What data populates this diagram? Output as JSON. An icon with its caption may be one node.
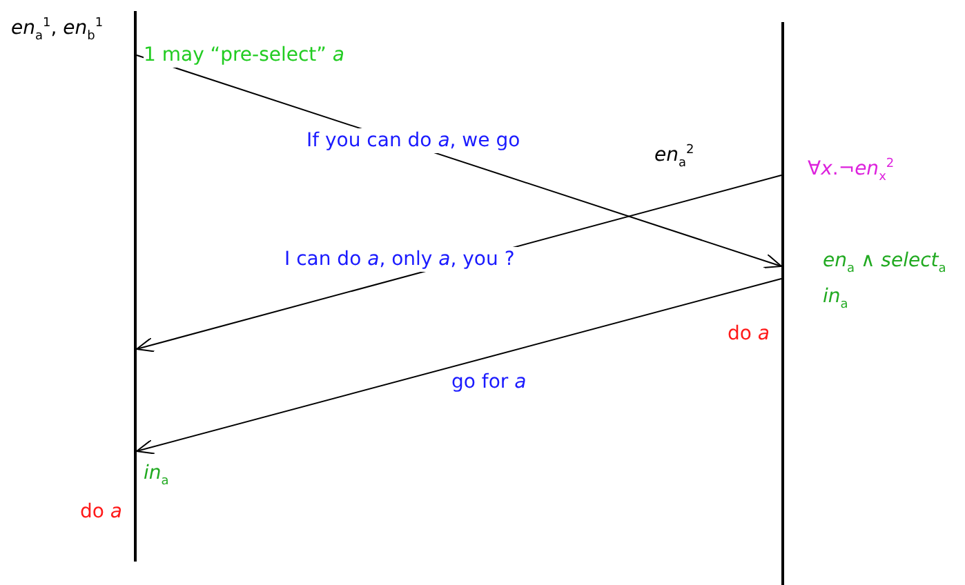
{
  "diagram": {
    "nodes": [
      {
        "text": [],
        "shape": "bar"
      },
      {
        "text": [],
        "shape": "bar"
      }
    ],
    "edges": [
      {
        "from": 0,
        "to": 1,
        "arrow": "to",
        "label": "If you can do *a*, we go"
      },
      {
        "from": 1,
        "to": 0,
        "arrow": "to",
        "label": "I can do *a*, only *a*, you ?"
      },
      {
        "from": 1,
        "to": 0,
        "arrow": "to",
        "label": "go for *a*"
      }
    ],
    "labels": [
      "*en*$_{a}$$^{1}$, *en*$_{b}$$^{1}$",
      "1 may “pre-select” *a*",
      "*en*$_{a}$$^{2}$",
      "∀*x*.¬*en*$_{x}$$^{2}$",
      "*en*$_{a}$ ∧ *select*$_{a}$",
      "*in*$_{a}$",
      "do *a*",
      "*in*$_{a}$",
      "do *a*"
    ]
  }
}
